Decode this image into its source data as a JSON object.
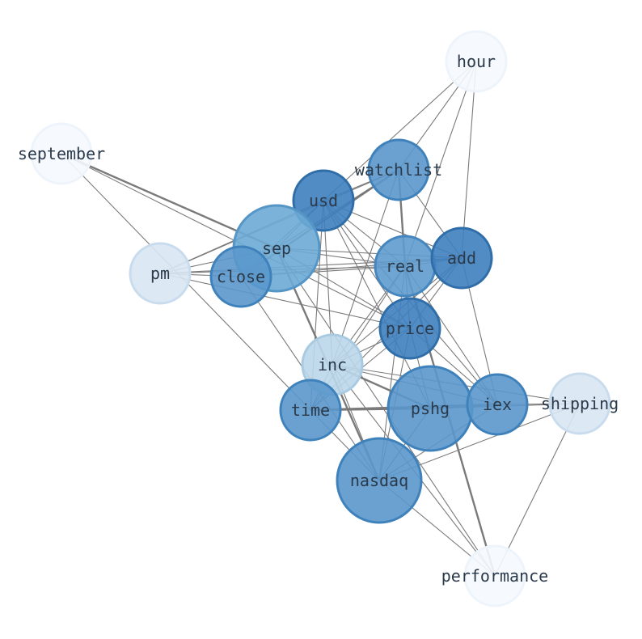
{
  "nodes": [
    {
      "id": "hour",
      "label": "hour",
      "fill": "#f5f9fe",
      "opacity": 0.9
    },
    {
      "id": "september",
      "label": "september",
      "fill": "#f5f9fe",
      "opacity": 0.9
    },
    {
      "id": "watchlist",
      "label": "watchlist",
      "fill": "#5a97cb",
      "opacity": 0.9
    },
    {
      "id": "usd",
      "label": "usd",
      "fill": "#3f7fbf",
      "opacity": 0.9
    },
    {
      "id": "sep",
      "label": "sep",
      "fill": "#6baad5",
      "opacity": 0.9
    },
    {
      "id": "pm",
      "label": "pm",
      "fill": "#d8e6f3",
      "opacity": 0.9
    },
    {
      "id": "close",
      "label": "close",
      "fill": "#5a97cb",
      "opacity": 0.9
    },
    {
      "id": "real",
      "label": "real",
      "fill": "#5f9bce",
      "opacity": 0.9
    },
    {
      "id": "add",
      "label": "add",
      "fill": "#3f7fbf",
      "opacity": 0.9
    },
    {
      "id": "price",
      "label": "price",
      "fill": "#3f7fbf",
      "opacity": 0.9
    },
    {
      "id": "inc",
      "label": "inc",
      "fill": "#bad7ea",
      "opacity": 0.9
    },
    {
      "id": "time",
      "label": "time",
      "fill": "#5a97cb",
      "opacity": 0.9
    },
    {
      "id": "pshg",
      "label": "pshg",
      "fill": "#5a97cb",
      "opacity": 0.9
    },
    {
      "id": "iex",
      "label": "iex",
      "fill": "#5a97cb",
      "opacity": 0.9
    },
    {
      "id": "shipping",
      "label": "shipping",
      "fill": "#d8e6f3",
      "opacity": 0.9
    },
    {
      "id": "nasdaq",
      "label": "nasdaq",
      "fill": "#5a97cb",
      "opacity": 0.9
    },
    {
      "id": "performance",
      "label": "performance",
      "fill": "#f5f9fe",
      "opacity": 0.9
    }
  ],
  "edges": [
    [
      "september",
      "sep",
      2
    ],
    [
      "september",
      "time",
      1
    ],
    [
      "september",
      "price",
      1
    ],
    [
      "hour",
      "watchlist",
      1
    ],
    [
      "hour",
      "usd",
      1
    ],
    [
      "hour",
      "add",
      1
    ],
    [
      "hour",
      "real",
      1
    ],
    [
      "pm",
      "usd",
      1
    ],
    [
      "pm",
      "watchlist",
      1
    ],
    [
      "pm",
      "add",
      1
    ],
    [
      "pm",
      "real",
      1
    ],
    [
      "pm",
      "price",
      1
    ],
    [
      "pm",
      "sep",
      1
    ],
    [
      "pm",
      "close",
      1
    ],
    [
      "watchlist",
      "close",
      2
    ],
    [
      "watchlist",
      "sep",
      1
    ],
    [
      "watchlist",
      "real",
      2
    ],
    [
      "watchlist",
      "add",
      1
    ],
    [
      "watchlist",
      "inc",
      1
    ],
    [
      "watchlist",
      "usd",
      1
    ],
    [
      "usd",
      "sep",
      1
    ],
    [
      "usd",
      "close",
      1
    ],
    [
      "usd",
      "real",
      1
    ],
    [
      "usd",
      "price",
      1
    ],
    [
      "usd",
      "add",
      1
    ],
    [
      "usd",
      "iex",
      1
    ],
    [
      "usd",
      "pshg",
      1
    ],
    [
      "usd",
      "time",
      1
    ],
    [
      "usd",
      "inc",
      1
    ],
    [
      "sep",
      "nasdaq",
      2
    ],
    [
      "sep",
      "real",
      1
    ],
    [
      "sep",
      "price",
      1
    ],
    [
      "sep",
      "add",
      1
    ],
    [
      "close",
      "add",
      1
    ],
    [
      "close",
      "real",
      1
    ],
    [
      "close",
      "nasdaq",
      1
    ],
    [
      "real",
      "price",
      1
    ],
    [
      "real",
      "add",
      1
    ],
    [
      "real",
      "nasdaq",
      1
    ],
    [
      "real",
      "time",
      1
    ],
    [
      "real",
      "iex",
      1
    ],
    [
      "real",
      "inc",
      1
    ],
    [
      "real",
      "performance",
      2
    ],
    [
      "add",
      "time",
      1
    ],
    [
      "add",
      "inc",
      1
    ],
    [
      "add",
      "iex",
      1
    ],
    [
      "add",
      "price",
      1
    ],
    [
      "price",
      "inc",
      1
    ],
    [
      "price",
      "time",
      1
    ],
    [
      "price",
      "iex",
      1
    ],
    [
      "price",
      "pshg",
      1
    ],
    [
      "price",
      "nasdaq",
      1
    ],
    [
      "inc",
      "pshg",
      2
    ],
    [
      "inc",
      "iex",
      1
    ],
    [
      "inc",
      "shipping",
      1
    ],
    [
      "inc",
      "time",
      1
    ],
    [
      "inc",
      "nasdaq",
      1
    ],
    [
      "inc",
      "performance",
      1
    ],
    [
      "time",
      "pshg",
      2
    ],
    [
      "time",
      "iex",
      2
    ],
    [
      "time",
      "nasdaq",
      1
    ],
    [
      "pshg",
      "iex",
      2
    ],
    [
      "pshg",
      "shipping",
      1
    ],
    [
      "pshg",
      "nasdaq",
      1
    ],
    [
      "iex",
      "nasdaq",
      1
    ],
    [
      "iex",
      "shipping",
      1
    ],
    [
      "shipping",
      "nasdaq",
      1
    ],
    [
      "shipping",
      "performance",
      1
    ],
    [
      "nasdaq",
      "performance",
      1
    ],
    [
      "sep",
      "performance",
      1
    ]
  ]
}
